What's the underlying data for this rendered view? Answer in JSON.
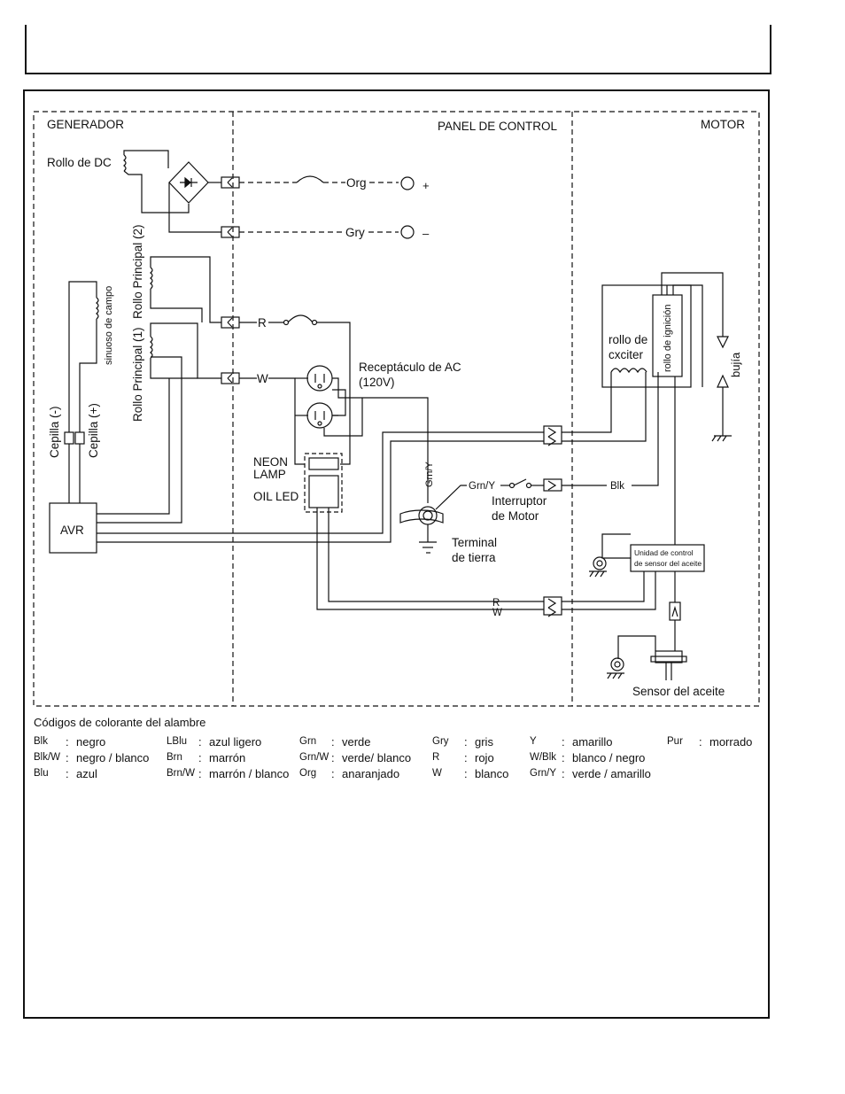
{
  "sections": {
    "generator": "GENERADOR",
    "control_panel": "PANEL DE CONTROL",
    "engine": "MOTOR"
  },
  "labels": {
    "dc_coil": "Rollo de DC",
    "main_coil_2": "Rollo Principal (2)",
    "main_coil_1": "Rollo Principal (1)",
    "field_sinusoid": "sinuoso de campo",
    "brush_neg": "Cepilla (-)",
    "brush_pos": "Cepilla (+)",
    "avr": "AVR",
    "wire_org": "Org",
    "wire_gry": "Gry",
    "plus": "+",
    "minus": "–",
    "wire_r": "R",
    "wire_w": "W",
    "ac_receptacle": "Receptáculo de AC",
    "ac_voltage": "(120V)",
    "neon_lamp_1": "NEON",
    "neon_lamp_2": "LAMP",
    "oil_led": "OIL LED",
    "wire_grny_vertical": "Grn/Y",
    "wire_grny_switch": "Grn/Y",
    "engine_switch_1": "Interruptor",
    "engine_switch_2": "de Motor",
    "ground_terminal_1": "Terminal",
    "ground_terminal_2": "de tierra",
    "wire_blk": "Blk",
    "exciter_coil_1": "rollo de",
    "exciter_coil_2": "cxciter",
    "ignition_coil": "rollo de ignición",
    "spark_plug": "bujía",
    "oil_unit_1": "Unidad de control",
    "oil_unit_2": "de sensor del aceite",
    "oil_sensor": "Sensor del aceite",
    "wire_r_bottom": "R",
    "wire_w_bottom": "W"
  },
  "legend": {
    "title": "Códigos de colorante del alambre",
    "entries": [
      {
        "code": "Blk",
        "meaning": "negro"
      },
      {
        "code": "LBlu",
        "meaning": "azul ligero"
      },
      {
        "code": "Grn",
        "meaning": "verde"
      },
      {
        "code": "Gry",
        "meaning": "gris"
      },
      {
        "code": "Y",
        "meaning": "amarillo"
      },
      {
        "code": "Pur",
        "meaning": "morrado"
      },
      {
        "code": "Blk/W",
        "meaning": "negro / blanco"
      },
      {
        "code": "Brn",
        "meaning": "marrón"
      },
      {
        "code": "Grn/W",
        "meaning": "verde/ blanco"
      },
      {
        "code": "R",
        "meaning": "rojo"
      },
      {
        "code": "W/Blk",
        "meaning": "blanco / negro"
      },
      {
        "code": "",
        "meaning": ""
      },
      {
        "code": "Blu",
        "meaning": "azul"
      },
      {
        "code": "Brn/W",
        "meaning": "marrón / blanco"
      },
      {
        "code": "Org",
        "meaning": "anaranjado"
      },
      {
        "code": "W",
        "meaning": "blanco"
      },
      {
        "code": "Grn/Y",
        "meaning": "verde / amarillo"
      },
      {
        "code": "",
        "meaning": ""
      }
    ]
  }
}
